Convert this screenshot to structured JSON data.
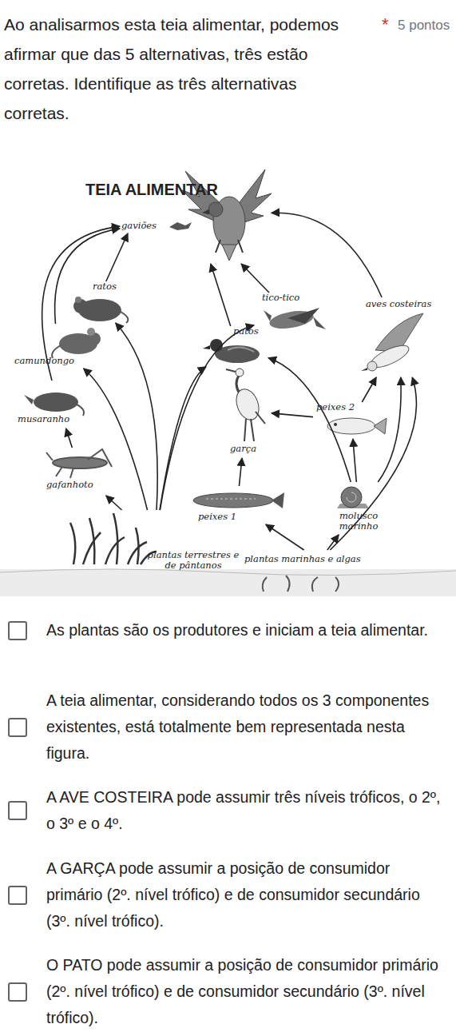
{
  "diagram": {
    "title": "Ao analisarmos esta teia alimentar, podemos afirmar que das 5 alternativas, três estão corretas. Identifique as três alternativas corretas.",
    "nodes": [
      {
        "text": [
          "gaviões"
        ]
      },
      {
        "text": [
          "ratos"
        ]
      },
      {
        "text": [
          "tico-tico"
        ]
      },
      {
        "text": [
          "aves costeiras"
        ]
      },
      {
        "text": [
          "patos"
        ]
      },
      {
        "text": [
          "camundongo"
        ]
      },
      {
        "text": [
          "peixes 2"
        ]
      },
      {
        "text": [
          "garça"
        ]
      },
      {
        "text": [
          "musaranho"
        ]
      },
      {
        "text": [
          "gafanhoto"
        ]
      },
      {
        "text": [
          "peixes 1"
        ]
      },
      {
        "text": [
          "molusco marinho"
        ]
      },
      {
        "text": [
          "plantas terrestres e de pântanos"
        ]
      },
      {
        "text": [
          "plantas marinhas e algas"
        ]
      }
    ],
    "edges": [
      {
        "from": 12,
        "to": 9,
        "arrow": "to"
      },
      {
        "from": 9,
        "to": 8,
        "arrow": "to"
      },
      {
        "from": 8,
        "to": 0,
        "arrow": "to"
      },
      {
        "from": 5,
        "to": 0,
        "arrow": "to"
      },
      {
        "from": 1,
        "to": 0,
        "arrow": "to"
      },
      {
        "from": 12,
        "to": 5,
        "arrow": "to"
      },
      {
        "from": 12,
        "to": 1,
        "arrow": "to"
      },
      {
        "from": 12,
        "to": 2,
        "arrow": "to"
      },
      {
        "from": 12,
        "to": 4,
        "arrow": "to"
      },
      {
        "from": 2,
        "to": 0,
        "arrow": "to"
      },
      {
        "from": 4,
        "to": 0,
        "arrow": "to"
      },
      {
        "from": 3,
        "to": 0,
        "arrow": "to"
      },
      {
        "from": 13,
        "to": 10,
        "arrow": "to"
      },
      {
        "from": 13,
        "to": 11,
        "arrow": "to"
      },
      {
        "from": 10,
        "to": 7,
        "arrow": "to"
      },
      {
        "from": 6,
        "to": 7,
        "arrow": "to"
      },
      {
        "from": 11,
        "to": 6,
        "arrow": "to"
      },
      {
        "from": 11,
        "to": 3,
        "arrow": "to"
      },
      {
        "from": 6,
        "to": 3,
        "arrow": "to"
      },
      {
        "from": 11,
        "to": 4,
        "arrow": "to"
      },
      {
        "from": 13,
        "to": 3,
        "arrow": "to"
      }
    ],
    "labels": [
      "*",
      "5 pontos",
      "TEIA ALIMENTAR",
      "As plantas são os produtores e iniciam a teia alimentar.",
      "A teia alimentar, considerando todos os 3 componentes existentes, está totalmente bem representada nesta figura.",
      "A AVE COSTEIRA pode assumir três níveis tróficos, o 2º, o 3º e o 4º.",
      "A GARÇA pode assumir a posição de consumidor primário (2º. nível trófico) e de consumidor secundário (3º. nível trófico).",
      "O PATO pode assumir a posição de consumidor primário (2º. nível trófico) e de consumidor secundário (3º. nível trófico)."
    ]
  }
}
